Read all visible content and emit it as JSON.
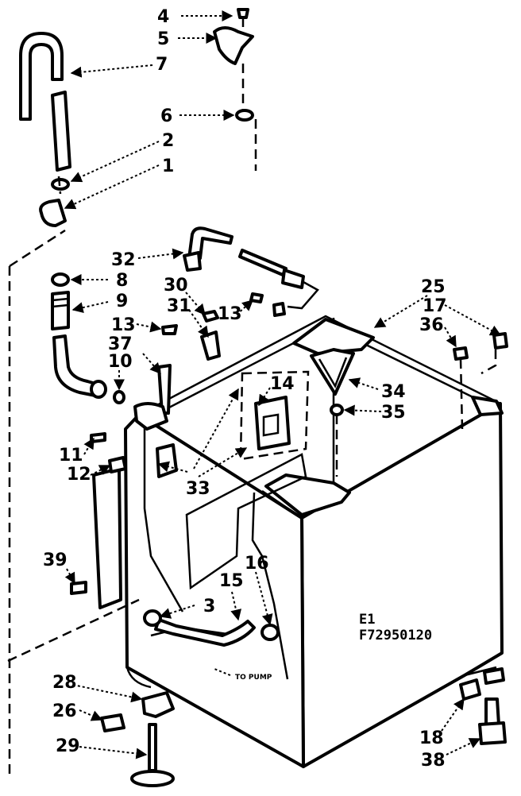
{
  "labels": {
    "p1": "1",
    "p2": "2",
    "p3": "3",
    "p4": "4",
    "p5": "5",
    "p6": "6",
    "p7": "7",
    "p8": "8",
    "p9": "9",
    "p10": "10",
    "p11": "11",
    "p12": "12",
    "p13a": "13",
    "p13b": "13",
    "p14": "14",
    "p15": "15",
    "p16": "16",
    "p17": "17",
    "p18": "18",
    "p25": "25",
    "p26": "26",
    "p28": "28",
    "p29": "29",
    "p30": "30",
    "p31": "31",
    "p32": "32",
    "p33": "33",
    "p34": "34",
    "p35": "35",
    "p36": "36",
    "p37": "37",
    "p38": "38",
    "p39": "39"
  },
  "model_code": {
    "line1": "E1",
    "line2": "F72950120"
  },
  "annotation": {
    "to_pump": "TO PUMP"
  }
}
